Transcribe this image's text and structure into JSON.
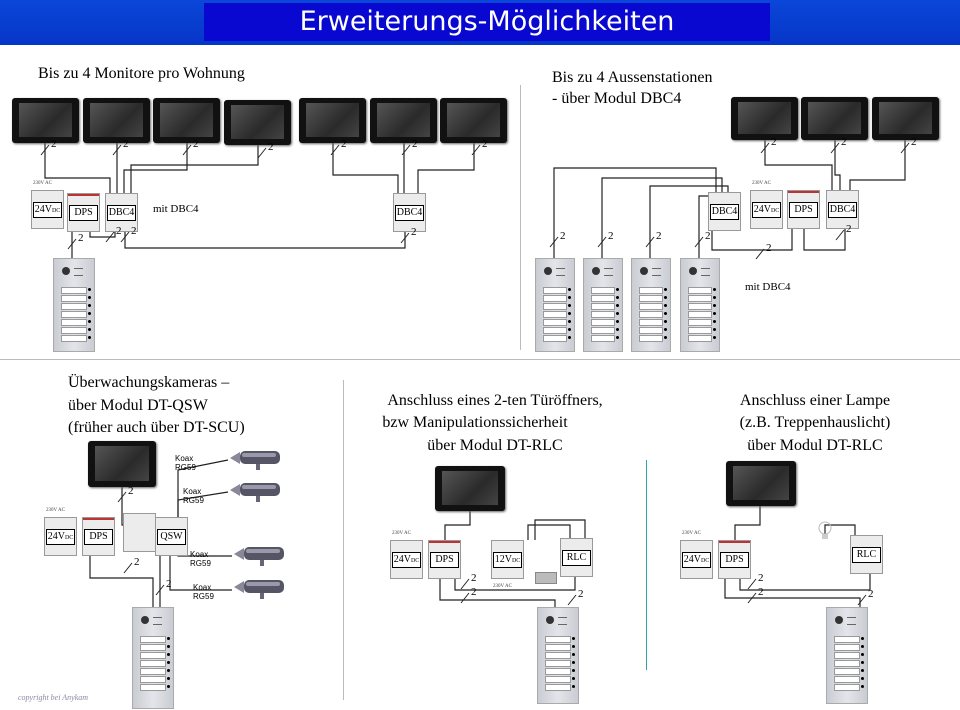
{
  "title": "Erweiterungs-Möglichkeiten",
  "sections": {
    "monitors": {
      "heading": "Bis zu 4 Monitore pro Wohnung",
      "note": "mit DBC4"
    },
    "outdoor": {
      "heading_lines": [
        "Bis zu 4 Aussenstationen",
        "- über  Modul DBC4"
      ],
      "note": "mit DBC4"
    },
    "cameras": {
      "heading_lines": [
        "Überwachungskameras –",
        "über Modul DT-QSW",
        "(früher auch über DT-SCU)"
      ],
      "coax_label": [
        "Koax",
        "RG59"
      ]
    },
    "door_opener": {
      "heading_lines": [
        "Anschluss eines 2-ten Türöffners,",
        "bzw Manipulationssicherheit",
        "über Modul DT-RLC"
      ]
    },
    "lamp": {
      "heading_lines": [
        "Anschluss einer Lampe",
        "(z.B. Treppenhauslicht)",
        "über Modul DT-RLC"
      ]
    }
  },
  "modules": {
    "psu": "24V",
    "psu_sub": "DC",
    "dps": "DPS",
    "dbc4": "DBC4",
    "qsw": "QSW",
    "rlc": "RLC",
    "psu12": "12V",
    "psu12_sub": "DC"
  },
  "ac_label": "230V AC",
  "wire_count": "2",
  "copyright": "copyright bei Anykam",
  "colors": {
    "banner": "#0a47d8",
    "banner_inner": "#0808d0",
    "divider_teal": "#2aa6a6"
  }
}
